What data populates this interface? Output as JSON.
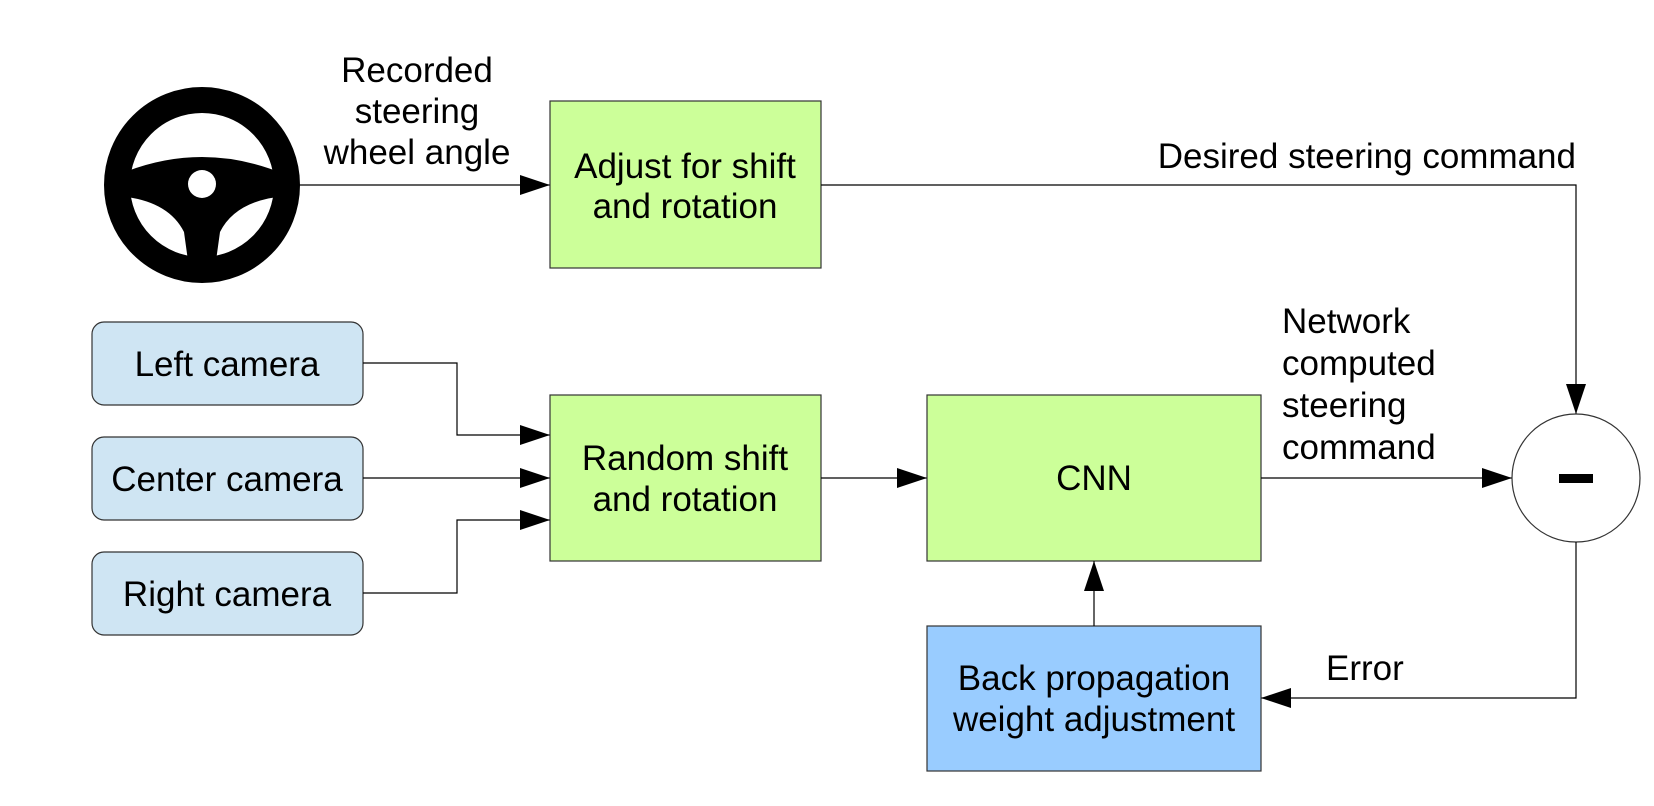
{
  "steering_wheel": {
    "label_lines": [
      "Recorded",
      "steering",
      "wheel angle"
    ]
  },
  "adjust_box": {
    "lines": [
      "Adjust for shift",
      "and rotation"
    ]
  },
  "desired_label": "Desired steering command",
  "cameras": [
    {
      "label": "Left camera"
    },
    {
      "label": "Center camera"
    },
    {
      "label": "Right camera"
    }
  ],
  "random_box": {
    "lines": [
      "Random shift",
      "and rotation"
    ]
  },
  "cnn_box": {
    "label": "CNN"
  },
  "network_label": {
    "lines": [
      "Network",
      "computed",
      "steering",
      "command"
    ]
  },
  "subtract_node": {
    "symbol": "–"
  },
  "error_label": "Error",
  "backprop_box": {
    "lines": [
      "Back propagation",
      "weight adjustment"
    ]
  },
  "colors": {
    "process_box": "#ccff99",
    "backprop_box": "#99ccff",
    "camera_box": "#cfe5f3",
    "lines": "#000000"
  }
}
